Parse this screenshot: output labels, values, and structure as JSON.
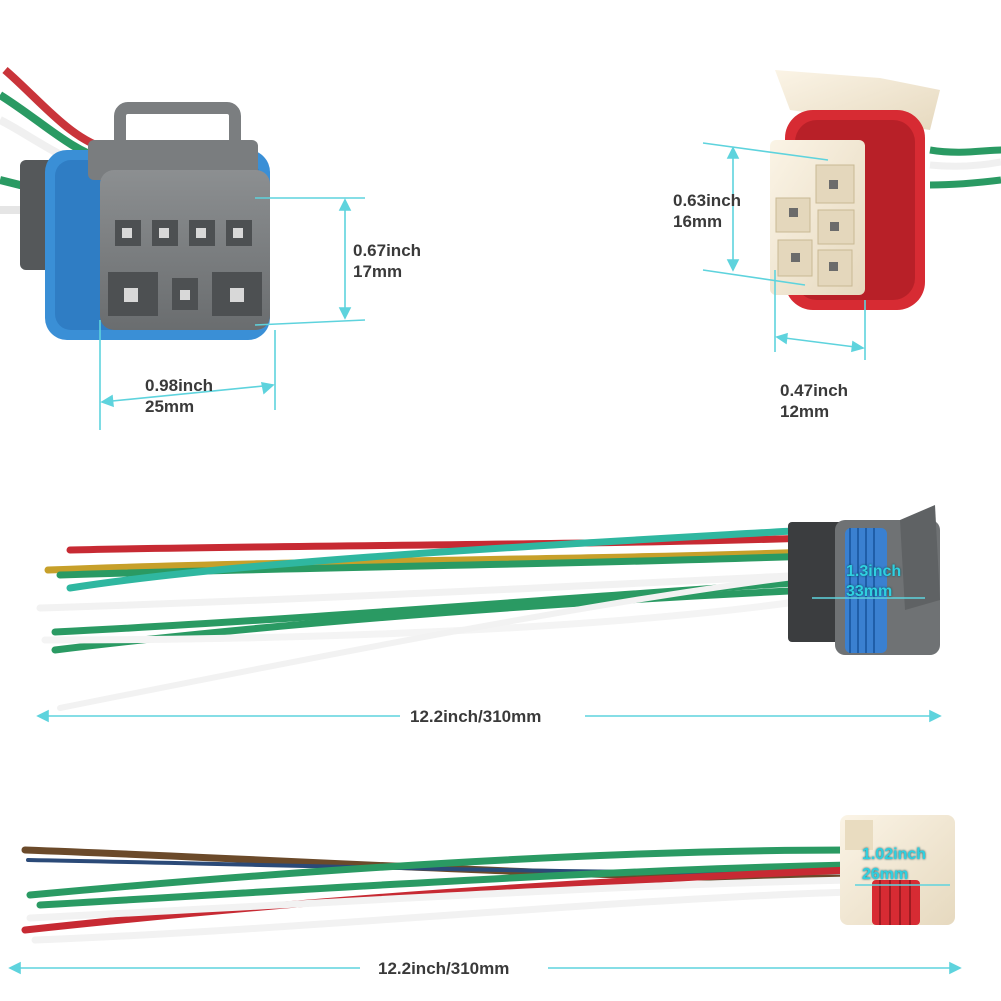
{
  "colors": {
    "accent": "#4fd1dd",
    "housing_gray": "#7a7d7f",
    "seal_blue": "#3a8fd6",
    "seal_red": "#d72b33",
    "housing_cream": "#f3ead8",
    "label": "#3a3a3a"
  },
  "connectors": {
    "gray_8pin": {
      "height": {
        "inch": "0.67inch",
        "mm": "17mm"
      },
      "width": {
        "inch": "0.98inch",
        "mm": "25mm"
      }
    },
    "cream_5pin": {
      "height": {
        "inch": "0.63inch",
        "mm": "16mm"
      },
      "width": {
        "inch": "0.47inch",
        "mm": "12mm"
      }
    }
  },
  "harness_1": {
    "length": "12.2inch/310mm",
    "connector_width": {
      "inch": "1.3inch",
      "mm": "33mm"
    }
  },
  "harness_2": {
    "length": "12.2inch/310mm",
    "connector_width": {
      "inch": "1.02inch",
      "mm": "26mm"
    }
  }
}
